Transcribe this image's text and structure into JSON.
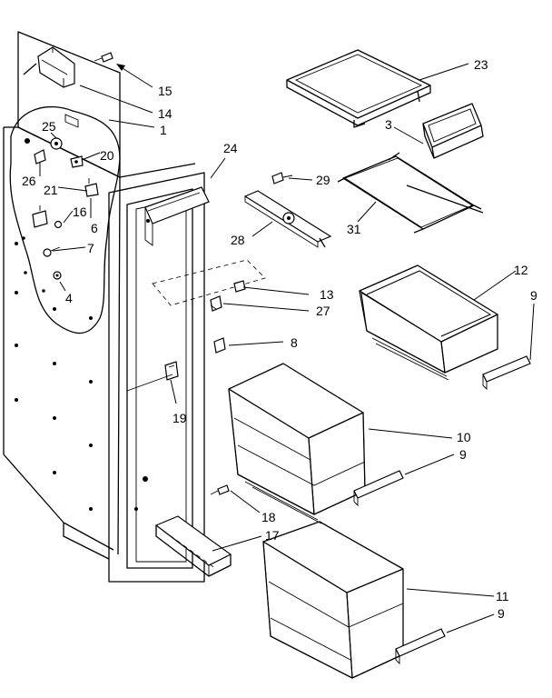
{
  "callouts": [
    {
      "id": "c23",
      "text": "23"
    },
    {
      "id": "c3",
      "text": "3"
    },
    {
      "id": "c15",
      "text": "15"
    },
    {
      "id": "c14",
      "text": "14"
    },
    {
      "id": "c1",
      "text": "1"
    },
    {
      "id": "c25",
      "text": "25"
    },
    {
      "id": "c20",
      "text": "20"
    },
    {
      "id": "c26",
      "text": "26"
    },
    {
      "id": "c21",
      "text": "21"
    },
    {
      "id": "c16",
      "text": "16"
    },
    {
      "id": "c6",
      "text": "6"
    },
    {
      "id": "c7",
      "text": "7"
    },
    {
      "id": "c4",
      "text": "4"
    },
    {
      "id": "c24",
      "text": "24"
    },
    {
      "id": "c29",
      "text": "29"
    },
    {
      "id": "c28",
      "text": "28"
    },
    {
      "id": "c31",
      "text": "31"
    },
    {
      "id": "c12",
      "text": "12"
    },
    {
      "id": "c9a",
      "text": "9"
    },
    {
      "id": "c13",
      "text": "13"
    },
    {
      "id": "c27",
      "text": "27"
    },
    {
      "id": "c8",
      "text": "8"
    },
    {
      "id": "c19",
      "text": "19"
    },
    {
      "id": "c10",
      "text": "10"
    },
    {
      "id": "c9b",
      "text": "9"
    },
    {
      "id": "c18",
      "text": "18"
    },
    {
      "id": "c17",
      "text": "17"
    },
    {
      "id": "c11",
      "text": "11"
    },
    {
      "id": "c9c",
      "text": "9"
    }
  ]
}
